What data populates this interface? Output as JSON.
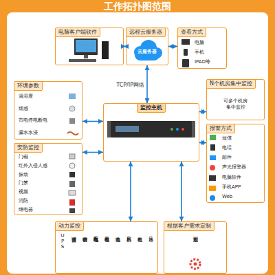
{
  "diagram": {
    "title": "工作拓扑图范围",
    "nodes": [
      {
        "text": [
          "电脑客户端软件"
        ]
      },
      {
        "text": [
          "远程云服务器",
          "云服务器"
        ]
      },
      {
        "text": [
          "查看方式",
          "电脑",
          "手机",
          "IPAD等"
        ]
      },
      {
        "text": [
          "环境参数",
          "温湿度",
          "烟感",
          "市电停电断电",
          "漏水水浸"
        ]
      },
      {
        "text": [
          "N个机房集中监控",
          "可多个机房",
          "集中监控"
        ]
      },
      {
        "text": [
          "监控主机"
        ]
      },
      {
        "text": [
          "安防监控",
          "门磁",
          "红外入侵人感",
          "振动",
          "门禁",
          "视频",
          "消防",
          "继电器"
        ]
      },
      {
        "text": [
          "报警方式",
          "短信",
          "电话",
          "邮件",
          "声光报警器",
          "电脑软件",
          "手机APP",
          "Web"
        ]
      },
      {
        "text": [
          "动力监控",
          "UPS",
          "普通空调",
          "精密空调",
          "市配电电压电流",
          "三相电量仪",
          "蓄电池",
          "新风机",
          "发电机",
          "风速"
        ]
      },
      {
        "text": [
          "根据客户需求定制",
          "还可定制"
        ]
      }
    ],
    "edges": [
      {
        "from": 0,
        "to": 1,
        "arrow": "both"
      },
      {
        "from": 1,
        "to": 2,
        "arrow": "both"
      },
      {
        "from": 1,
        "to": 5,
        "label": "TCP/IP网络",
        "arrow": "both"
      },
      {
        "from": 3,
        "to": 5,
        "arrow": "both"
      },
      {
        "from": 4,
        "to": 5,
        "arrow": "both"
      },
      {
        "from": 6,
        "to": 5,
        "arrow": "both"
      },
      {
        "from": 5,
        "to": 7,
        "arrow": "both"
      },
      {
        "from": 5,
        "to": 8,
        "arrow": "both"
      },
      {
        "from": 5,
        "to": 9,
        "arrow": "both"
      }
    ]
  }
}
